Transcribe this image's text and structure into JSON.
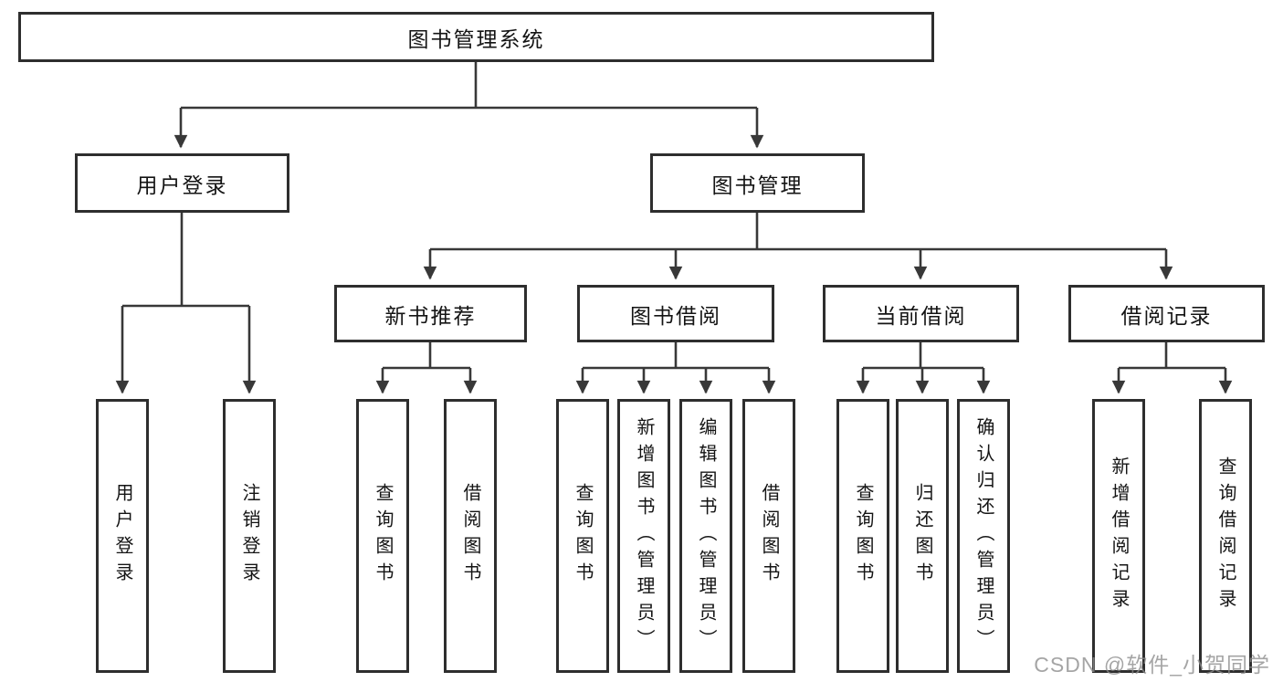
{
  "nodes": {
    "root": "图书管理系统",
    "user_login": "用户登录",
    "book_management": "图书管理",
    "new_book_recommendation": "新书推荐",
    "book_borrowing": "图书借阅",
    "current_borrowing": "当前借阅",
    "borrowing_records": "借阅记录",
    "user_login_leaf": "用户登录",
    "logout_leaf": "注销登录",
    "recommend_query_books": "查询图书",
    "recommend_borrow_books": "借阅图书",
    "borrow_query_books": "查询图书",
    "borrow_add_books_admin": "新增图书（管理员）",
    "borrow_edit_books_admin": "编辑图书（管理员）",
    "borrow_borrow_books": "借阅图书",
    "current_query_books": "查询图书",
    "current_return_books": "归还图书",
    "current_confirm_return_admin": "确认归还（管理员）",
    "records_add_record": "新增借阅记录",
    "records_query_record": "查询借阅记录"
  },
  "hierarchy": {
    "root": [
      "user_login",
      "book_management"
    ],
    "user_login": [
      "user_login_leaf",
      "logout_leaf"
    ],
    "book_management": [
      "new_book_recommendation",
      "book_borrowing",
      "current_borrowing",
      "borrowing_records"
    ],
    "new_book_recommendation": [
      "recommend_query_books",
      "recommend_borrow_books"
    ],
    "book_borrowing": [
      "borrow_query_books",
      "borrow_add_books_admin",
      "borrow_edit_books_admin",
      "borrow_borrow_books"
    ],
    "current_borrowing": [
      "current_query_books",
      "current_return_books",
      "current_confirm_return_admin"
    ],
    "borrowing_records": [
      "records_add_record",
      "records_query_record"
    ]
  },
  "watermark": "CSDN @软件_小贺同学",
  "colors": {
    "background": "#ffffff",
    "line": "#383838",
    "box_border": "#2e2e2e",
    "text": "#141414",
    "watermark": "#8c8c8c"
  }
}
